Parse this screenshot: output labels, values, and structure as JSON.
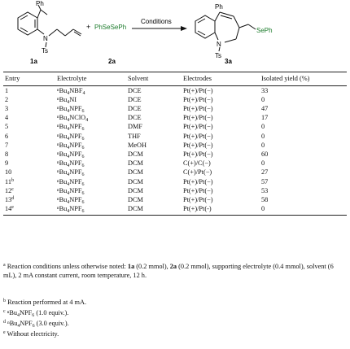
{
  "scheme": {
    "reagent": "PhSeSePh",
    "conditions": "Conditions",
    "plus": "+",
    "ph_label": "Ph",
    "seph_label": "SePh",
    "n_label": "N",
    "ts_label": "Ts",
    "compound_1": "1a",
    "compound_2": "2a",
    "compound_3": "3a"
  },
  "table": {
    "headers": [
      "Entry",
      "Electrolyte",
      "Solvent",
      "Electrodes",
      "Isolated yield (%)"
    ],
    "rows": [
      {
        "entry": "1",
        "sup": "",
        "cation": "ⁿBu",
        "sub": "4",
        "anion": "NBF",
        "anion_sub": "4",
        "solvent": "DCE",
        "electrodes": "Pt(+)/Pt(−)",
        "yield": "33"
      },
      {
        "entry": "2",
        "sup": "",
        "cation": "ⁿBu",
        "sub": "4",
        "anion": "NI",
        "anion_sub": "",
        "solvent": "DCE",
        "electrodes": "Pt(+)/Pt(−)",
        "yield": "0"
      },
      {
        "entry": "3",
        "sup": "",
        "cation": "ⁿBu",
        "sub": "4",
        "anion": "NPF",
        "anion_sub": "6",
        "solvent": "DCE",
        "electrodes": "Pt(+)/Pt(−)",
        "yield": "47"
      },
      {
        "entry": "4",
        "sup": "",
        "cation": "ⁿBu",
        "sub": "4",
        "anion": "NClO",
        "anion_sub": "4",
        "solvent": "DCE",
        "electrodes": "Pt(+)/Pt(−)",
        "yield": "17"
      },
      {
        "entry": "5",
        "sup": "",
        "cation": "ⁿBu",
        "sub": "4",
        "anion": "NPF",
        "anion_sub": "6",
        "solvent": "DMF",
        "electrodes": "Pt(+)/Pt(−)",
        "yield": "0"
      },
      {
        "entry": "6",
        "sup": "",
        "cation": "ⁿBu",
        "sub": "4",
        "anion": "NPF",
        "anion_sub": "6",
        "solvent": "THF",
        "electrodes": "Pt(+)/Pt(−)",
        "yield": "0"
      },
      {
        "entry": "7",
        "sup": "",
        "cation": "ⁿBu",
        "sub": "4",
        "anion": "NPF",
        "anion_sub": "6",
        "solvent": "MeOH",
        "electrodes": "Pt(+)/Pt(−)",
        "yield": "0"
      },
      {
        "entry": "8",
        "sup": "",
        "cation": "ⁿBu",
        "sub": "4",
        "anion": "NPF",
        "anion_sub": "6",
        "solvent": "DCM",
        "electrodes": "Pt(+)/Pt(−)",
        "yield": "60"
      },
      {
        "entry": "9",
        "sup": "",
        "cation": "ⁿBu",
        "sub": "4",
        "anion": "NPF",
        "anion_sub": "6",
        "solvent": "DCM",
        "electrodes": "C(+)/C(−)",
        "yield": "0"
      },
      {
        "entry": "10",
        "sup": "",
        "cation": "ⁿBu",
        "sub": "4",
        "anion": "NPF",
        "anion_sub": "6",
        "solvent": "DCM",
        "electrodes": "C(+)/Pt(−)",
        "yield": "27"
      },
      {
        "entry": "11",
        "sup": "b",
        "cation": "ⁿBu",
        "sub": "4",
        "anion": "NPF",
        "anion_sub": "6",
        "solvent": "DCM",
        "electrodes": "Pt(+)/Pt(−)",
        "yield": "57"
      },
      {
        "entry": "12",
        "sup": "c",
        "cation": "ⁿBu",
        "sub": "4",
        "anion": "NPF",
        "anion_sub": "6",
        "solvent": "DCM",
        "electrodes": "Pt(+)/Pt(−)",
        "yield": "53"
      },
      {
        "entry": "13",
        "sup": "d",
        "cation": "ⁿBu",
        "sub": "4",
        "anion": "NPF",
        "anion_sub": "6",
        "solvent": "DCM",
        "electrodes": "Pt(+)/Pt(−)",
        "yield": "58"
      },
      {
        "entry": "14",
        "sup": "e",
        "cation": "ⁿBu",
        "sub": "4",
        "anion": "NPF",
        "anion_sub": "6",
        "solvent": "DCM",
        "electrodes": "Pt(+)/Pt(-)",
        "yield": "0"
      }
    ]
  },
  "footnotes": {
    "a": {
      "mark": "a",
      "t1": "Reaction conditions unless otherwise noted: ",
      "b1": "1a",
      "t2": " (0.2 mmol), ",
      "b2": "2a",
      "t3": " (0.2 mmol), supporting electrolyte (0.4 mmol), solvent (6 mL), 2 mA constant current, room temperature, 12 h."
    },
    "b": {
      "mark": "b",
      "text": "Reaction performed at 4 mA."
    },
    "c": {
      "mark": "c",
      "pre": "ⁿBu",
      "sub1": "4",
      "mid": "NPF",
      "sub2": "6",
      "post": " (1.0 equiv.)."
    },
    "d": {
      "mark": "d",
      "pre": "ⁿBu",
      "sub1": "4",
      "mid": "NPF",
      "sub2": "6",
      "post": " (3.0 equiv.)."
    },
    "e": {
      "mark": "e",
      "text": "Without electricity."
    }
  }
}
